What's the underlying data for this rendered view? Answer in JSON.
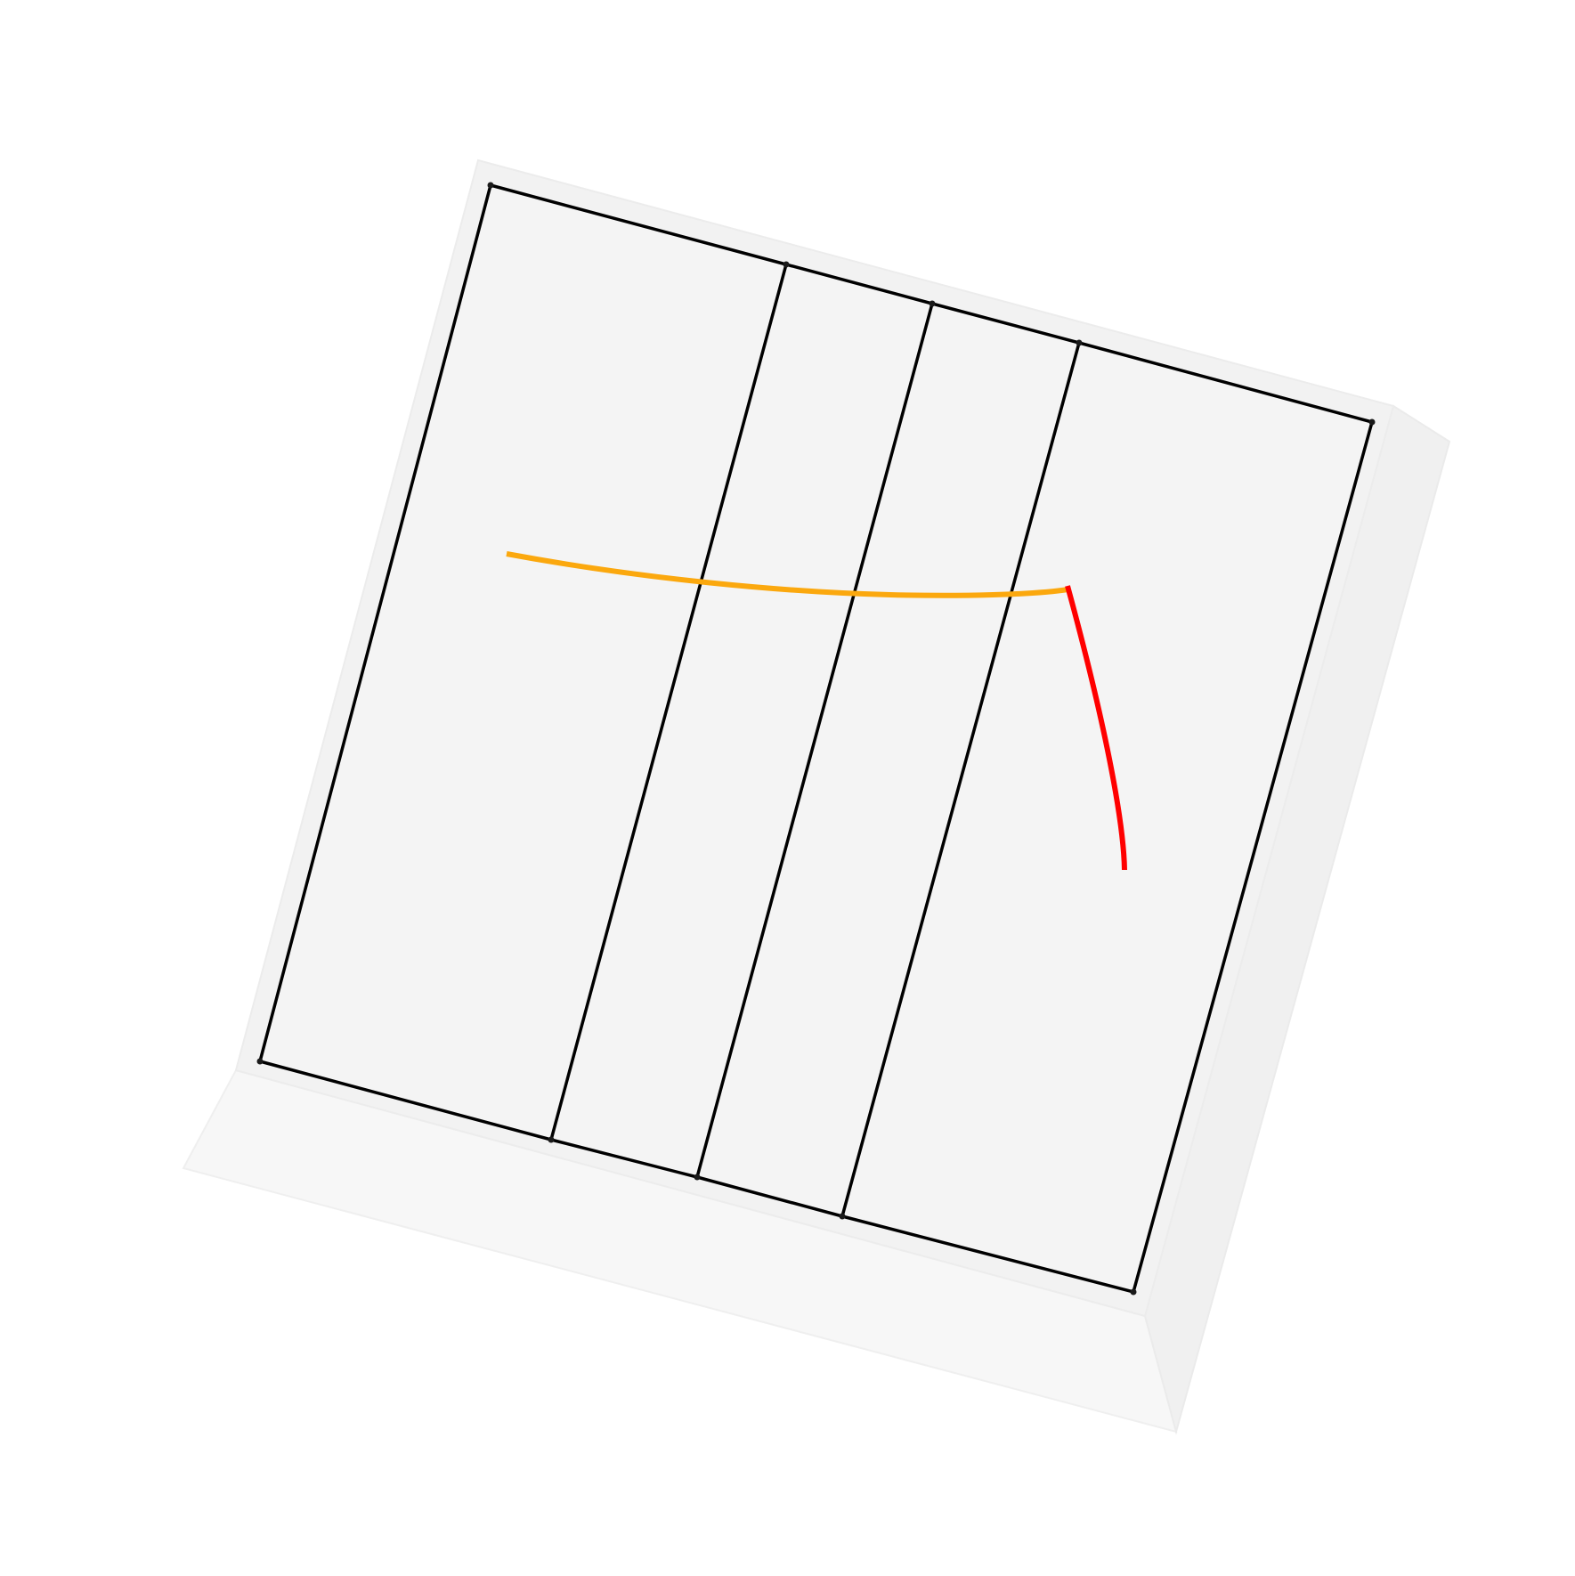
{
  "colors": {
    "background": "#ffffff",
    "board_top": "#f4f4f4",
    "board_front": "#f7f7f7",
    "board_side": "#f0f0f0",
    "board_rim": "#f2f2f2",
    "outline": "#000000",
    "curve_primary": "#fba80e",
    "curve_secondary": "#ff0000"
  },
  "diagram": {
    "panel_count": 4,
    "fold_line_count": 3,
    "curves": [
      {
        "name": "orange-curve",
        "color": "#fba80e"
      },
      {
        "name": "red-curve",
        "color": "#ff0000"
      }
    ]
  }
}
